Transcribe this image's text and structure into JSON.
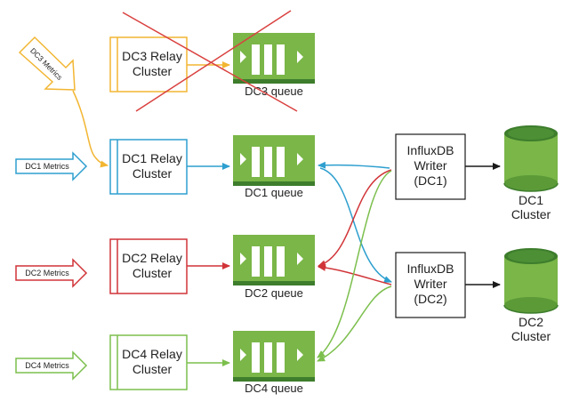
{
  "colors": {
    "dc3": "#f2b632",
    "dc1": "#2e9fcf",
    "dc2": "#d13438",
    "dc4": "#7cbf4d",
    "queue_green": "#7ab648",
    "queue_dark": "#3d7d2c",
    "cross_red": "#d9413f",
    "black": "#1a1a1a"
  },
  "metrics": {
    "dc3": "DC3 Metrics",
    "dc1": "DC1 Metrics",
    "dc2": "DC2 Metrics",
    "dc4": "DC4 Metrics"
  },
  "relays": {
    "dc3": [
      "DC3 Relay",
      "Cluster"
    ],
    "dc1": [
      "DC1 Relay",
      "Cluster"
    ],
    "dc2": [
      "DC2 Relay",
      "Cluster"
    ],
    "dc4": [
      "DC4 Relay",
      "Cluster"
    ]
  },
  "queues": {
    "dc3": "DC3 queue",
    "dc1": "DC1 queue",
    "dc2": "DC2 queue",
    "dc4": "DC4 queue"
  },
  "writers": {
    "dc1": [
      "InfluxDB",
      "Writer",
      "(DC1)"
    ],
    "dc2": [
      "InfluxDB",
      "Writer",
      "(DC2)"
    ]
  },
  "clusters": {
    "dc1": [
      "DC1",
      "Cluster"
    ],
    "dc2": [
      "DC2",
      "Cluster"
    ]
  }
}
